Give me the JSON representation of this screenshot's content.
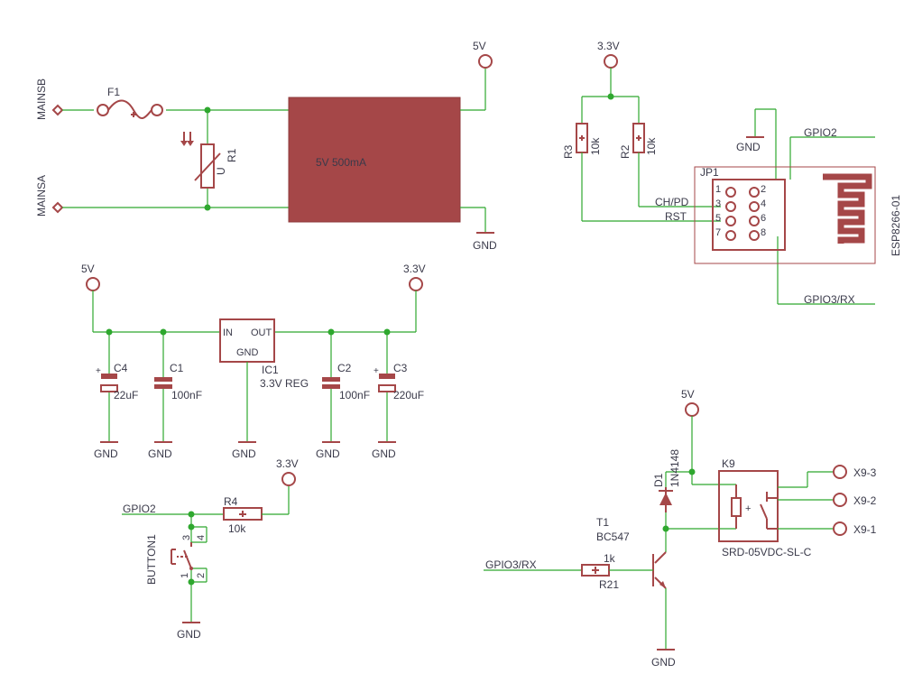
{
  "nets": {
    "mainsb": "MAINSB",
    "mainsa": "MAINSA",
    "v5": "5V",
    "v33": "3.3V",
    "gnd": "GND",
    "gpio2": "GPIO2",
    "gpio3rx": "GPIO3/RX",
    "chpd": "CH/PD",
    "rst": "RST",
    "x93": "X9-3",
    "x92": "X9-2",
    "x91": "X9-1"
  },
  "components": {
    "f1": "F1",
    "r1": "R1",
    "r1_u": "U",
    "psu": "5V 500mA",
    "r3": "R3",
    "r3_val": "10k",
    "r2": "R2",
    "r2_val": "10k",
    "jp1": "JP1",
    "esp": "ESP8266-01",
    "ic1": "IC1",
    "ic1_val": "3.3V REG",
    "ic_in": "IN",
    "ic_out": "OUT",
    "ic_gnd": "GND",
    "c4": "C4",
    "c4_val": "22uF",
    "c1": "C1",
    "c1_val": "100nF",
    "c2": "C2",
    "c2_val": "100nF",
    "c3": "C3",
    "c3_val": "220uF",
    "r4": "R4",
    "r4_val": "10k",
    "button1": "BUTTON1",
    "d1": "D1",
    "d1_val": "1N4148",
    "k9": "K9",
    "k9_val": "SRD-05VDC-SL-C",
    "t1": "T1",
    "t1_val": "BC547",
    "r21": "R21",
    "r21_val": "1k"
  },
  "pins": {
    "jp1": [
      "1",
      "2",
      "3",
      "4",
      "5",
      "6",
      "7",
      "8"
    ],
    "button": [
      "1",
      "2",
      "3",
      "4"
    ]
  }
}
